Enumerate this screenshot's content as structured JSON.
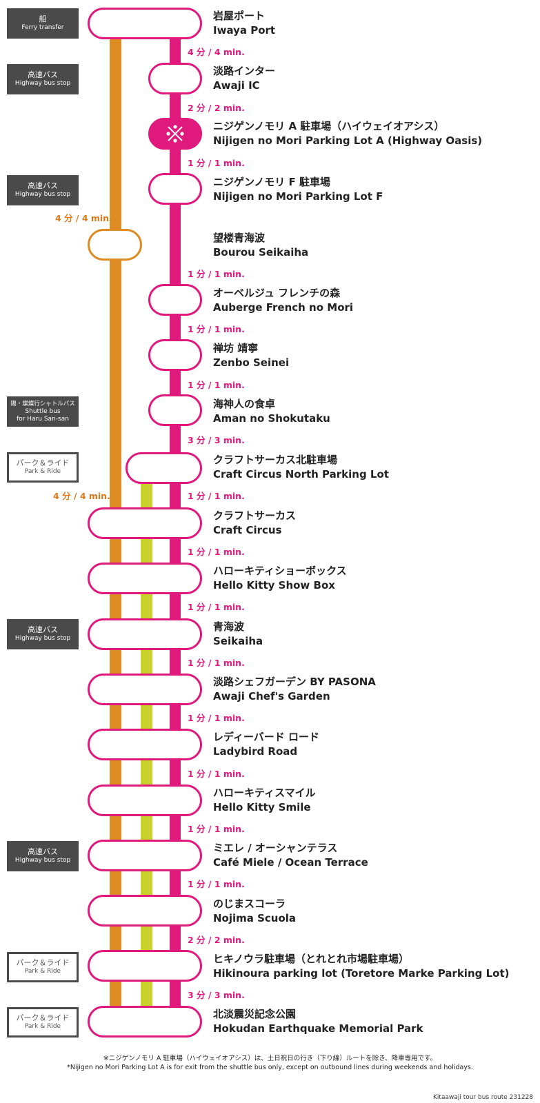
{
  "colors": {
    "pink": "#e0197d",
    "orange": "#dd8b22",
    "lime": "#c8d22a",
    "badge": "#4a4a4a"
  },
  "badges": {
    "ferry": {
      "ja": "船",
      "en": "Ferry transfer"
    },
    "hwy1": {
      "ja": "高速バス",
      "en": "Highway bus stop"
    },
    "hwy2": {
      "ja": "高速バス",
      "en": "Highway bus stop"
    },
    "shuttle": {
      "ja": "陽・燦燦行シャトルバス",
      "en": "Shuttle bus",
      "en2": "for Haru San-san"
    },
    "pr1": {
      "ja": "パーク＆ライド",
      "en": "Park & Ride"
    },
    "hwy3": {
      "ja": "高速バス",
      "en": "Highway bus stop"
    },
    "hwy4": {
      "ja": "高速バス",
      "en": "Highway bus stop"
    },
    "pr2": {
      "ja": "パーク＆ライド",
      "en": "Park & Ride"
    },
    "pr3": {
      "ja": "パーク＆ライド",
      "en": "Park & Ride"
    }
  },
  "hub_icon": "cross-dots-icon",
  "stops": [
    {
      "ja": "岩屋ポート",
      "en": "Iwaya Port"
    },
    {
      "ja": "淡路インター",
      "en": "Awaji IC"
    },
    {
      "ja": "ニジゲンノモリ A 駐車場（ハイウェイオアシス）",
      "en": "Nijigen no Mori Parking Lot A (Highway Oasis)"
    },
    {
      "ja": "ニジゲンノモリ F 駐車場",
      "en": "Nijigen no Mori Parking Lot F"
    },
    {
      "ja": "望楼青海波",
      "en": "Bourou Seikaiha"
    },
    {
      "ja": "オーベルジュ フレンチの森",
      "en": "Auberge French no Mori"
    },
    {
      "ja": "禅坊 靖寧",
      "en": "Zenbo Seinei"
    },
    {
      "ja": "海神人の食卓",
      "en": "Aman no Shokutaku"
    },
    {
      "ja": "クラフトサーカス北駐車場",
      "en": "Craft Circus North Parking Lot"
    },
    {
      "ja": "クラフトサーカス",
      "en": "Craft Circus"
    },
    {
      "ja": "ハローキティショーボックス",
      "en": "Hello Kitty Show Box"
    },
    {
      "ja": "青海波",
      "en": "Seikaiha"
    },
    {
      "ja": "淡路シェフガーデン BY PASONA",
      "en": "Awaji Chef's Garden"
    },
    {
      "ja": "レディーバード ロード",
      "en": "Ladybird Road"
    },
    {
      "ja": "ハローキティスマイル",
      "en": "Hello Kitty Smile"
    },
    {
      "ja": "ミエレ / オーシャンテラス",
      "en": "Café Miele / Ocean Terrace"
    },
    {
      "ja": "のじまスコーラ",
      "en": "Nojima Scuola"
    },
    {
      "ja": "ヒキノウラ駐車場（とれとれ市場駐車場）",
      "en": "Hikinoura parking lot (Toretore Marke Parking Lot)"
    },
    {
      "ja": "北淡震災記念公園",
      "en": "Hokudan Earthquake Memorial Park"
    }
  ],
  "times": [
    "4 分 / 4 min.",
    "2 分 / 2 min.",
    "1 分 / 1 min.",
    "1 分 / 1 min.",
    "1 分 / 1 min.",
    "1 分 / 1 min.",
    "3 分 / 3 min.",
    "1 分 / 1 min.",
    "1 分 / 1 min.",
    "1 分 / 1 min.",
    "1 分 / 1 min.",
    "1 分 / 1 min.",
    "1 分 / 1 min.",
    "1 分 / 1 min.",
    "1 分 / 1 min.",
    "2 分 / 2 min.",
    "3 分 / 3 min."
  ],
  "orange_times": [
    "4 分 / 4 min.",
    "4 分 / 4 min."
  ],
  "notes": {
    "ja": "※ニジゲンノモリ A 駐車場（ハイウェイオアシス）は、土日祝日の行き（下り線）ルートを除き、降車専用です。",
    "en": "*Nijigen no Mori Parking Lot A is for exit from the shuttle bus only, except on outbound lines during weekends and holidays."
  },
  "footer": "Kitaawaji tour bus route 231228"
}
